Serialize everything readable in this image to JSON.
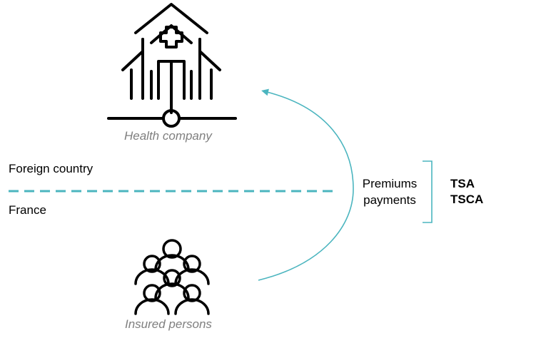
{
  "nodes": {
    "health_company": {
      "label": "Health company",
      "icon": "hospital-icon"
    },
    "insured_persons": {
      "label": "Insured persons",
      "icon": "people-group-icon"
    }
  },
  "regions": {
    "upper": "Foreign country",
    "lower": "France"
  },
  "flow": {
    "label_line1": "Premiums",
    "label_line2": "payments",
    "taxes": [
      "TSA",
      "TSCA"
    ]
  },
  "colors": {
    "accent": "#4bb5bf",
    "icon": "#000000",
    "caption": "#7f7f7f"
  }
}
